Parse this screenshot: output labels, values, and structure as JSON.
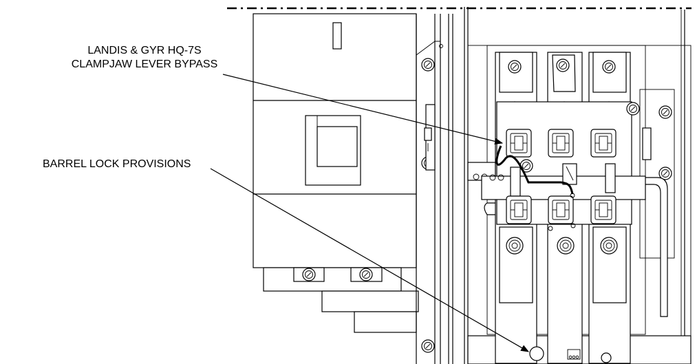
{
  "callouts": [
    {
      "line1": "LANDIS & GYR HQ-7S",
      "line2": "CLAMPJAW LEVER BYPASS"
    },
    {
      "line1": "BARREL LOCK PROVISIONS"
    }
  ],
  "icons": {
    "breaker": "breaker-icon",
    "bolt": "bolt-icon",
    "meter_jaw": "meter-jaw-icon",
    "barrel_lock": "barrel-lock-icon"
  },
  "colors": {
    "line": "#000000",
    "background": "#ffffff"
  }
}
